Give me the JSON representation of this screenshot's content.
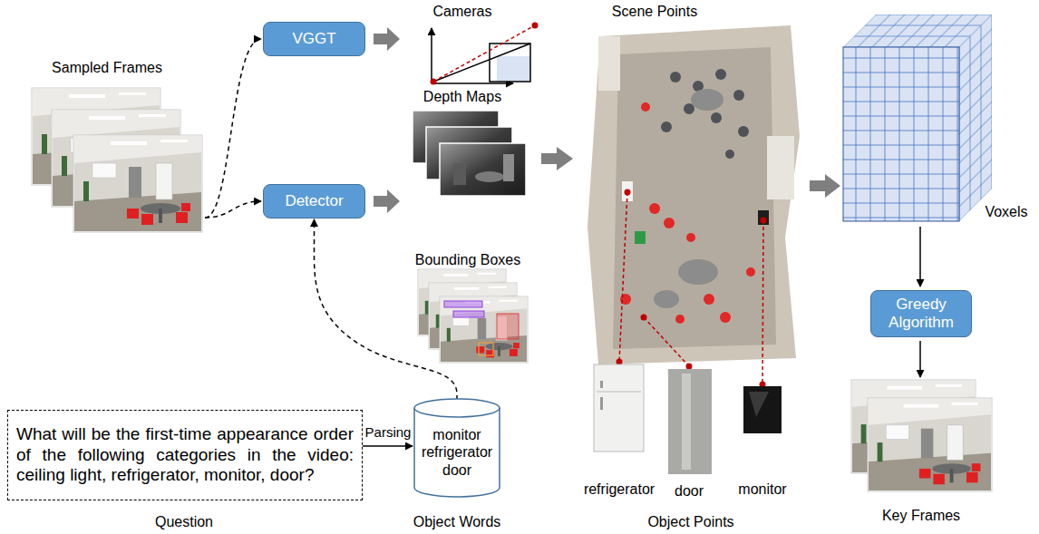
{
  "diagram": {
    "nodes": [
      {
        "text": [
          "VGGT"
        ]
      },
      {
        "text": [
          "Detector"
        ]
      },
      {
        "text": [
          "Greedy Algorithm"
        ]
      },
      {
        "text": [
          "What will be the first-time appearance order of the following categories in the video: ceiling light, refrigerator, monitor, door?"
        ]
      },
      {
        "text": [
          "monitor",
          "refrigerator",
          "door"
        ]
      }
    ],
    "edges": [
      {
        "from": 3,
        "to": 4,
        "arrow": "to",
        "label": "Parsing"
      },
      {
        "from": 4,
        "to": 1,
        "arrow": "to"
      }
    ],
    "labels": [
      "Sampled Frames",
      "Cameras",
      "Depth Maps",
      "Bounding Boxes",
      "Scene Points",
      "Voxels",
      "Key Frames",
      "Question",
      "Object Words",
      "Object Points",
      "refrigerator",
      "door",
      "monitor"
    ]
  }
}
